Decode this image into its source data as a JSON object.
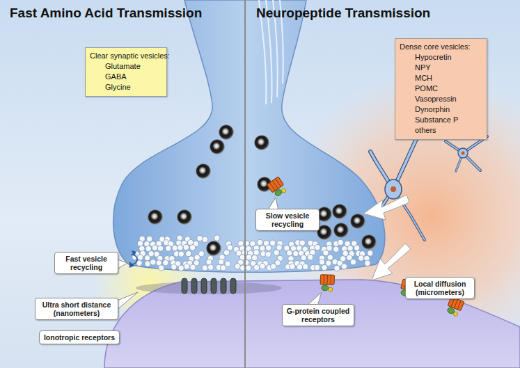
{
  "diagram": {
    "nodes": [
      {
        "text": [
          "Clear synaptic vesicles:",
          "Glutamate",
          "GABA",
          "Glycine"
        ]
      },
      {
        "text": [
          "Dense core vesicles:",
          "Hypocretin",
          "NPY",
          "MCH",
          "POMC",
          "Vasopressin",
          "Dynorphin",
          "Substance P",
          "others"
        ]
      },
      {
        "text": [
          "Slow vesicle recycling"
        ]
      },
      {
        "text": [
          "Fast vesicle recycling"
        ]
      },
      {
        "text": [
          "Local diffusion (micrometers)"
        ]
      },
      {
        "text": [
          "Ultra short distance (nanometers)"
        ]
      },
      {
        "text": [
          "Ionotropic receptors"
        ]
      },
      {
        "text": [
          "G-protein coupled receptors"
        ]
      }
    ],
    "labels": [
      "Fast Amino Acid Transmission",
      "Neuropeptide Transmission"
    ]
  }
}
